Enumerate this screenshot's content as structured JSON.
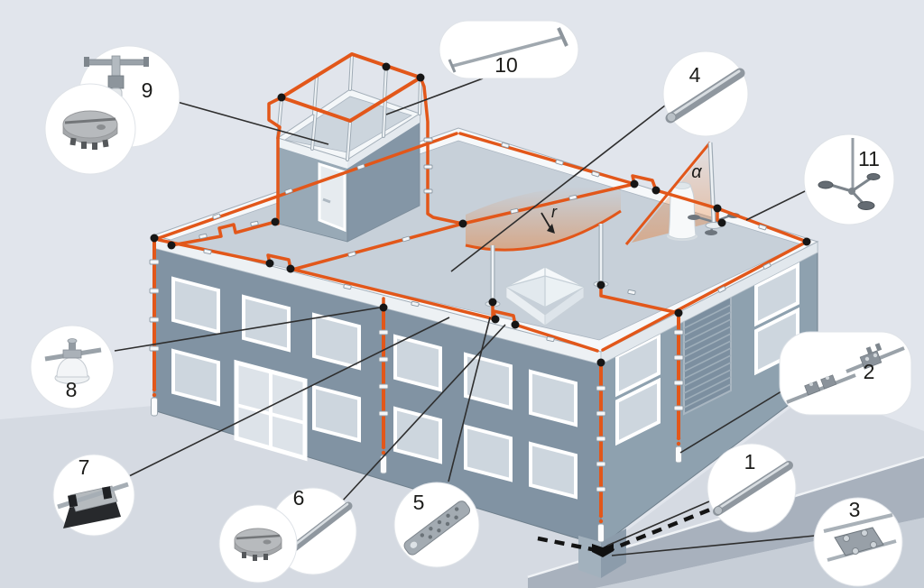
{
  "diagram_type": "building-lightning-protection-system-isometric",
  "annotations": {
    "alpha": "α",
    "radius_label": "r"
  },
  "callouts": [
    {
      "id": 1,
      "label": "1",
      "item": "round-conductor-rod"
    },
    {
      "id": 2,
      "label": "2",
      "item": "earth-entry-rod-with-connection-clamps"
    },
    {
      "id": 3,
      "label": "3",
      "item": "cross-connector-clamp"
    },
    {
      "id": 4,
      "label": "4",
      "item": "air-termination-round-conductor"
    },
    {
      "id": 5,
      "label": "5",
      "item": "perforated-earthing-strip"
    },
    {
      "id": 6,
      "label": "6",
      "item": "round-conductor-with-concrete-base"
    },
    {
      "id": 7,
      "label": "7",
      "item": "flat-roof-conductor-holder"
    },
    {
      "id": 8,
      "label": "8",
      "item": "dome-base-conductor-holder"
    },
    {
      "id": 9,
      "label": "9",
      "item": "rod-holder-with-concrete-block"
    },
    {
      "id": 10,
      "label": "10",
      "item": "air-termination-rod-with-t-ends"
    },
    {
      "id": 11,
      "label": "11",
      "item": "tripod-stand-for-air-termination-rod"
    }
  ],
  "colors": {
    "background": "#e1e5ec",
    "conductor_orange": "#e2571a",
    "wall_front": "#8193a3",
    "wall_right": "#8ea1af",
    "roof": "#c7d0d9",
    "leader_black": "#2e2e2e"
  }
}
